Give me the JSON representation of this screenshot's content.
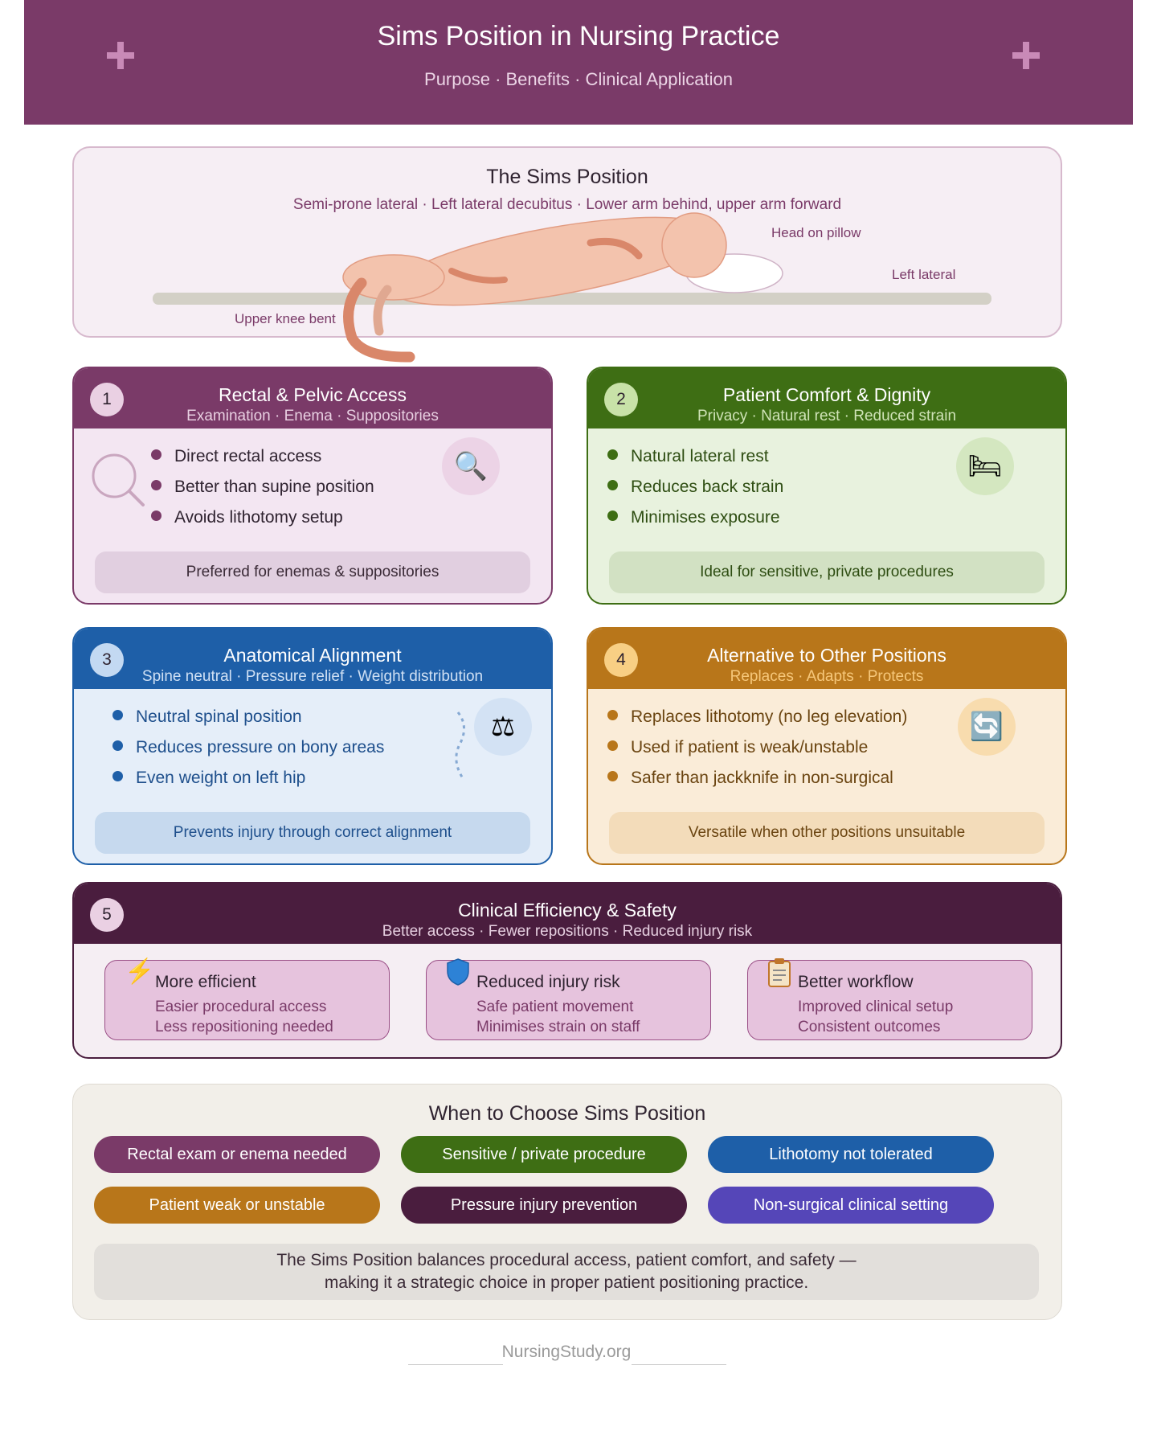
{
  "header": {
    "title": "Sims Position in Nursing Practice",
    "subtitle": "Purpose · Benefits · Clinical Application"
  },
  "hero": {
    "title": "The Sims Position",
    "subtitle": "Semi-prone lateral · Left lateral decubitus · Lower arm behind, upper arm forward",
    "labels": {
      "head": "Head on pillow",
      "lateral": "Left lateral",
      "knee": "Upper knee bent"
    }
  },
  "cards": [
    {
      "number": "1",
      "title": "Rectal & Pelvic Access",
      "subtitle": "Examination · Enema · Suppositories",
      "icon": "magnifier-icon",
      "bullets": [
        "Direct rectal access",
        "Better than supine position",
        "Avoids lithotomy setup"
      ],
      "note": "Preferred for enemas & suppositories",
      "color": "#7a3a68"
    },
    {
      "number": "2",
      "title": "Patient Comfort & Dignity",
      "subtitle": "Privacy · Natural rest · Reduced strain",
      "icon": "bed-icon",
      "bullets": [
        "Natural lateral rest",
        "Reduces back strain",
        "Minimises exposure"
      ],
      "note": "Ideal for sensitive, private procedures",
      "color": "#3e6e14"
    },
    {
      "number": "3",
      "title": "Anatomical Alignment",
      "subtitle": "Spine neutral · Pressure relief · Weight distribution",
      "icon": "scales-icon",
      "bullets": [
        "Neutral spinal position",
        "Reduces pressure on bony areas",
        "Even weight on left hip"
      ],
      "note": "Prevents injury through correct alignment",
      "color": "#1e5fa8"
    },
    {
      "number": "4",
      "title": "Alternative to Other Positions",
      "subtitle": "Replaces · Adapts · Protects",
      "icon": "swap-icon",
      "bullets": [
        "Replaces lithotomy (no leg elevation)",
        "Used if patient is weak/unstable",
        "Safer than jackknife in non-surgical"
      ],
      "note": "Versatile when other positions unsuitable",
      "color": "#b8761a"
    }
  ],
  "card5": {
    "number": "5",
    "title": "Clinical Efficiency & Safety",
    "subtitle": "Better access · Fewer repositions · Reduced injury risk",
    "items": [
      {
        "icon": "lightning-icon",
        "title": "More efficient",
        "line1": "Easier procedural access",
        "line2": "Less repositioning needed"
      },
      {
        "icon": "shield-icon",
        "title": "Reduced injury risk",
        "line1": "Safe patient movement",
        "line2": "Minimises strain on staff"
      },
      {
        "icon": "clipboard-icon",
        "title": "Better workflow",
        "line1": "Improved clinical setup",
        "line2": "Consistent outcomes"
      }
    ]
  },
  "choose": {
    "title": "When to Choose Sims Position",
    "pills": [
      {
        "label": "Rectal exam or enema needed",
        "color": "#7a3a68"
      },
      {
        "label": "Sensitive / private procedure",
        "color": "#3e6e14"
      },
      {
        "label": "Lithotomy not tolerated",
        "color": "#1e5fa8"
      },
      {
        "label": "Patient weak or unstable",
        "color": "#b8761a"
      },
      {
        "label": "Pressure injury prevention",
        "color": "#4a1d3e"
      },
      {
        "label": "Non-surgical clinical setting",
        "color": "#5546b8"
      }
    ],
    "summary_line1": "The Sims Position balances procedural access, patient comfort, and safety —",
    "summary_line2": "making it a strategic choice in proper patient positioning practice."
  },
  "footer": {
    "text": "NursingStudy.org"
  }
}
